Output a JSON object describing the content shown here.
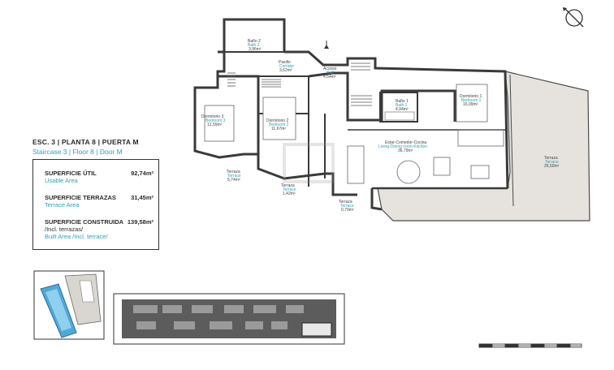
{
  "header": {
    "title_es": "ESC. 3 | PLANTA 8 | PUERTA M",
    "title_en": "Staircase 3 | Floor 8 | Door M"
  },
  "areas": {
    "useful": {
      "label_es": "SUPERFICIE ÚTIL",
      "label_en": "Usable Area",
      "value": "92,74m²"
    },
    "terraces": {
      "label_es": "SUPERFICIE TERRAZAS",
      "label_en": "Terrace Area",
      "value": "31,45m²"
    },
    "built": {
      "label_es": "SUPERFICIE CONSTRUIDA",
      "label_es2": "/Incl. terrazas/",
      "label_en": "Built Area /Incl. terrace/",
      "value": "139,58m²"
    }
  },
  "rooms": {
    "bath2": {
      "es": "Baño 2",
      "en": "Bath 2",
      "area": "3,96m²"
    },
    "corridor": {
      "es": "Pasillo",
      "en": "Corridor",
      "area": "3,62m²"
    },
    "hall": {
      "es": "Acceso",
      "en": "Hall",
      "area": "4,54m²"
    },
    "bedroom3": {
      "es": "Dormitorio 3",
      "en": "Bedroom 3",
      "area": "12,59m²"
    },
    "bedroom2": {
      "es": "Dormitorio 2",
      "en": "Bedroom 2",
      "area": "11,67m²"
    },
    "bath1": {
      "es": "Baño 1",
      "en": "Bath 1",
      "area": "4,94m²"
    },
    "bedroom1": {
      "es": "Dormitorio 1",
      "en": "Bedroom 1",
      "area": "16,09m²"
    },
    "living": {
      "es": "Estar-Comedor-Cocina",
      "en": "Living-Dining room-Kitchen",
      "area": "36,79m²"
    },
    "terrace_big": {
      "es": "Terraza",
      "en": "Terrace",
      "area": "26,50m²"
    },
    "terrace_w": {
      "es": "Terraza",
      "en": "Terrace",
      "area": "5,74m²"
    },
    "terrace_mid": {
      "es": "Terraza",
      "en": "Terrace",
      "area": "1,42m²"
    },
    "terrace_s": {
      "es": "Terraza",
      "en": "Terrace",
      "area": "0,79m²"
    }
  },
  "colors": {
    "accent": "#2aa3b8",
    "wall": "#3a3a3a",
    "terrace": "#e6e3de",
    "pool": "#4fa8d8"
  },
  "icons": [
    "compass-icon",
    "entrance-arrow-icon"
  ]
}
